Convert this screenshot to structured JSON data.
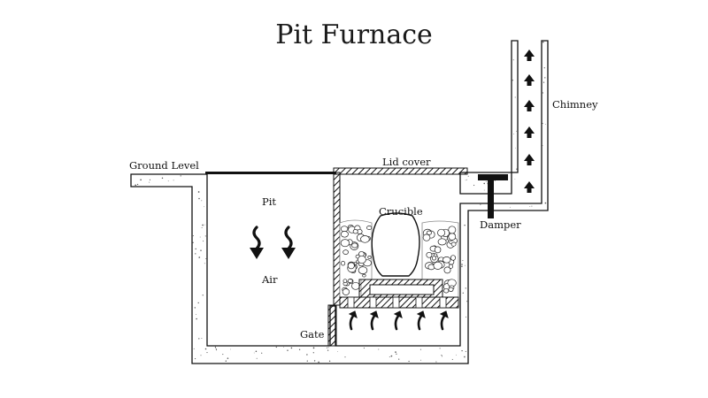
{
  "title": "Pit Furnace",
  "labels": {
    "ground_level": "Ground Level",
    "lid_cover": "Lid cover",
    "pit": "Pit",
    "air": "Air",
    "crucible": "Crucible",
    "damper": "Damper",
    "chimney": "Chimney",
    "gate": "Gate"
  },
  "icons": {
    "down_airflow": "wavy-down-arrow-icon",
    "up_airflow": "curved-up-arrow-icon",
    "chimney_flow": "up-arrow-icon"
  },
  "colors": {
    "ink": "#111111",
    "background": "#ffffff",
    "speckle": "#555555"
  }
}
